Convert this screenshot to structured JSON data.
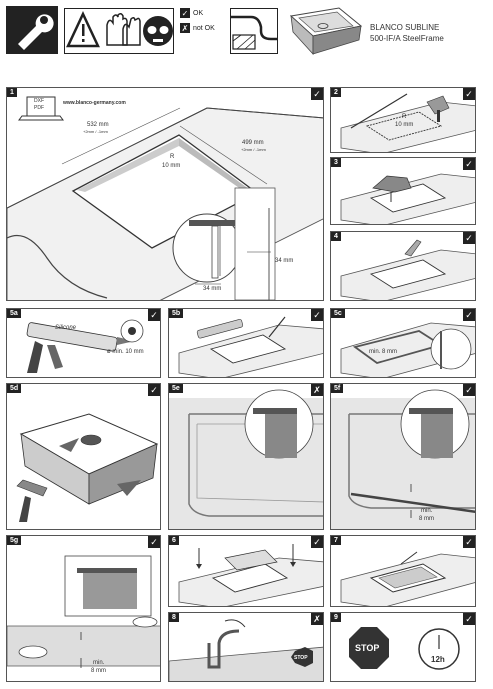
{
  "header": {
    "legend_ok": "OK",
    "legend_not_ok": "not OK",
    "title_line1": "BLANCO SUBLINE",
    "title_line2": "500-IF/A SteelFrame"
  },
  "icons": {
    "check": "✓",
    "cross": "✗"
  },
  "steps": [
    {
      "id": "1",
      "status": "ok"
    },
    {
      "id": "2",
      "status": "ok"
    },
    {
      "id": "3",
      "status": "ok"
    },
    {
      "id": "4",
      "status": "ok"
    },
    {
      "id": "5a",
      "status": "ok"
    },
    {
      "id": "5b",
      "status": "ok"
    },
    {
      "id": "5c",
      "status": "ok"
    },
    {
      "id": "5d",
      "status": "ok"
    },
    {
      "id": "5e",
      "status": "not_ok"
    },
    {
      "id": "5f",
      "status": "ok"
    },
    {
      "id": "5g",
      "status": "ok"
    },
    {
      "id": "6",
      "status": "ok"
    },
    {
      "id": "7",
      "status": "ok"
    },
    {
      "id": "8",
      "status": "not_ok"
    },
    {
      "id": "9",
      "status": "ok"
    }
  ],
  "step1": {
    "dxf": "DXF",
    "pdf": "PDF",
    "url": "www.blanco-germany.com",
    "width": "532 mm",
    "width_tol": "+2mm / -1mm",
    "depth": "499 mm",
    "depth_tol": "+2mm / -1mm",
    "radius": "R",
    "radius_val": "10 mm",
    "edge1": "34 mm",
    "edge2": "34 mm"
  },
  "step2": {
    "radius": "R",
    "radius_val": "10 mm"
  },
  "step5a": {
    "material": "Silicone",
    "bead": "ø min. 10 mm"
  },
  "step5c": {
    "gap": "min. 8 mm"
  },
  "step5f": {
    "gap_label": "min.",
    "gap_val": "8 mm"
  },
  "step5g": {
    "gap_label": "min.",
    "gap_val": "8 mm"
  },
  "step8": {
    "stop": "STOP"
  },
  "step9": {
    "stop": "STOP",
    "time": "12h"
  }
}
